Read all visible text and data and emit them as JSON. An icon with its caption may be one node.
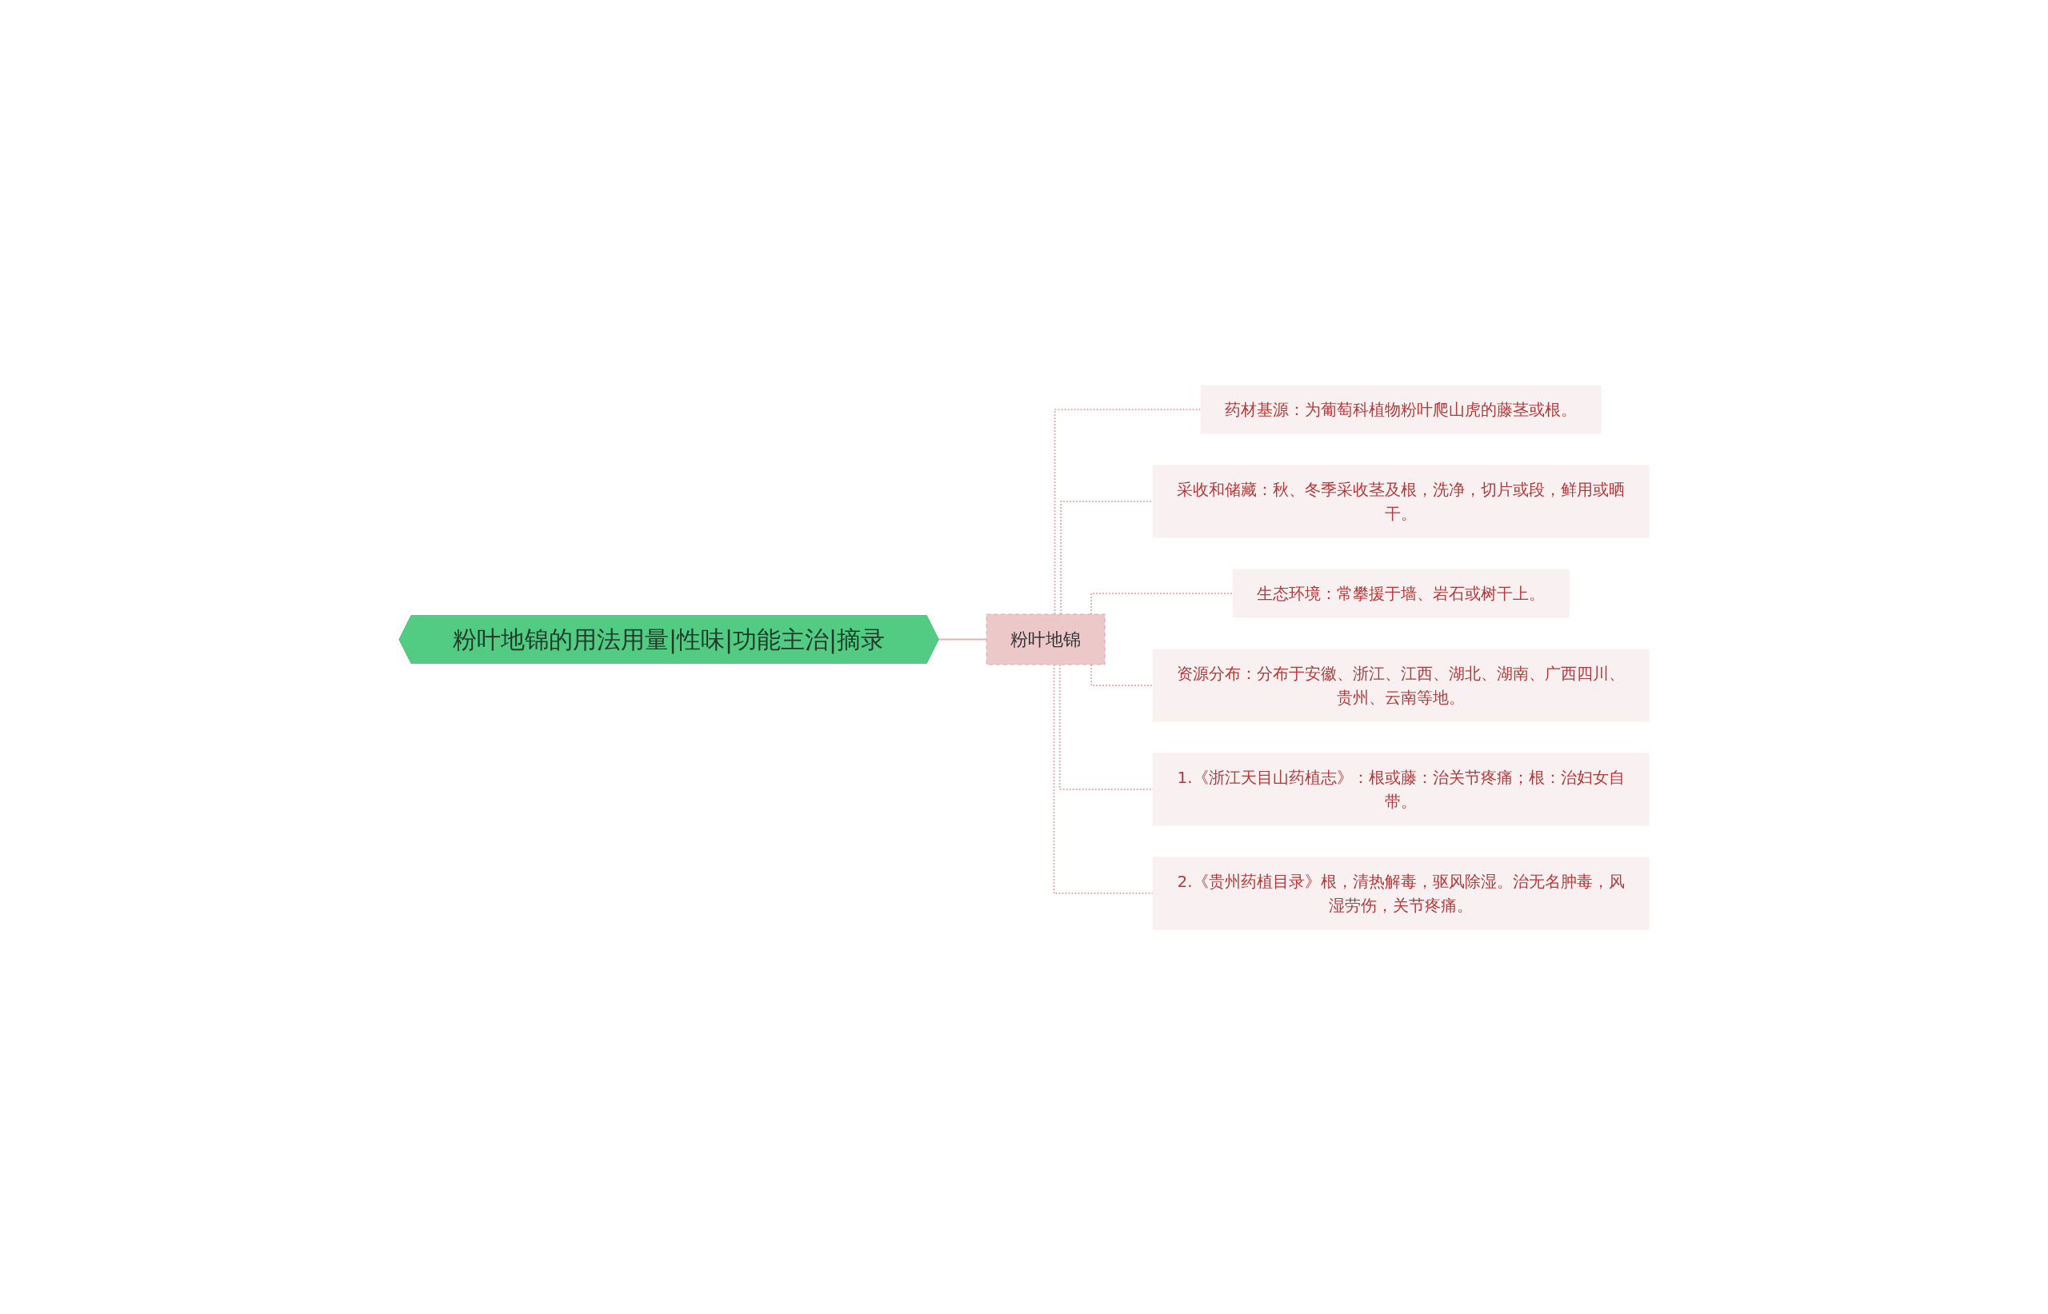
{
  "diagram": {
    "nodes": [
      {
        "text": [
          "粉叶地锦的用法用量|性味|功能主治|摘录"
        ]
      },
      {
        "text": [
          "粉叶地锦"
        ]
      },
      {
        "text": [
          "药材基源：为葡萄科植物粉叶爬山虎的藤茎或根。"
        ]
      },
      {
        "text": [
          "采收和储藏：秋、冬季采收茎及根，洗净，切片或段，鲜用或晒干。"
        ]
      },
      {
        "text": [
          "生态环境：常攀援于墙、岩石或树干上。"
        ]
      },
      {
        "text": [
          "资源分布：分布于安徽、浙江、江西、湖北、湖南、广西四川、贵州、云南等地。"
        ]
      },
      {
        "text": [
          "1.《浙江天目山药植志》：根或藤：治关节疼痛；根：治妇女自带。"
        ]
      },
      {
        "text": [
          "2.《贵州药植目录》根，清热解毒，驱风除湿。治无名肿毒，风湿劳伤，关节疼痛。"
        ]
      }
    ],
    "edges": [
      {
        "from": 0,
        "to": 1,
        "arrow": "none"
      },
      {
        "from": 1,
        "to": 2,
        "arrow": "none",
        "style": "dashed"
      },
      {
        "from": 1,
        "to": 3,
        "arrow": "none",
        "style": "dashed"
      },
      {
        "from": 1,
        "to": 4,
        "arrow": "none",
        "style": "dashed"
      },
      {
        "from": 1,
        "to": 5,
        "arrow": "none",
        "style": "dashed"
      },
      {
        "from": 1,
        "to": 6,
        "arrow": "none",
        "style": "dashed"
      },
      {
        "from": 1,
        "to": 7,
        "arrow": "none",
        "style": "dashed"
      }
    ]
  }
}
